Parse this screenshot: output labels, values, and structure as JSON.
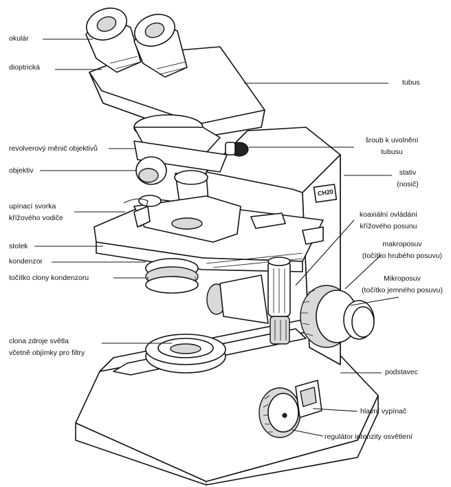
{
  "labels": {
    "okular": "okulár",
    "dioptricka": "dioptrická",
    "tubus": "tubus",
    "revolver": "revolverový měnič objektivů",
    "sroub_1": "šroub k  uvolnění",
    "sroub_2": "tubusu",
    "objektiv": "objektiv",
    "stativ_1": "stativ",
    "stativ_2": "(nosič)",
    "svorka_1": "upínací svorka",
    "svorka_2": "křížového vodiče",
    "koax_1": "koaxiální ovládání",
    "koax_2": "křížového posunu",
    "stolek": "stolek",
    "makro_1": "makroposuv",
    "makro_2": "(točítko hrubého posuvu)",
    "kondenzor": "kondenzor",
    "clona_kond": "točítko clony kondenzoru",
    "mikro_1": "Mikroposuv",
    "mikro_2": "(točítko jemného posuvu)",
    "clona_zdroje_1": "clona zdroje světla",
    "clona_zdroje_2": "včetně objímky pro filtry",
    "podstavec": "podstavec",
    "vypinac": "hlavní vypínač",
    "regulator": "regulátor intenzity osvětlení"
  },
  "model_plate": "CH20"
}
